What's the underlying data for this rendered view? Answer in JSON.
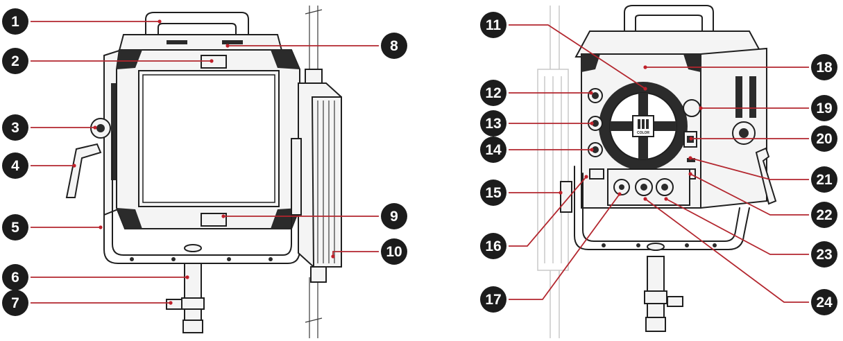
{
  "colors": {
    "leader_line": "#b3262e",
    "marker_fill": "#1c1c1c",
    "marker_text": "#ffffff",
    "pointer_dot": "#c0202a"
  },
  "callouts": [
    {
      "label": "1"
    },
    {
      "label": "2"
    },
    {
      "label": "3"
    },
    {
      "label": "4"
    },
    {
      "label": "5"
    },
    {
      "label": "6"
    },
    {
      "label": "7"
    },
    {
      "label": "8"
    },
    {
      "label": "9"
    },
    {
      "label": "10"
    },
    {
      "label": "11"
    },
    {
      "label": "12"
    },
    {
      "label": "13"
    },
    {
      "label": "14"
    },
    {
      "label": "15"
    },
    {
      "label": "16"
    },
    {
      "label": "17"
    },
    {
      "label": "18"
    },
    {
      "label": "19"
    },
    {
      "label": "20"
    },
    {
      "label": "21"
    },
    {
      "label": "22"
    },
    {
      "label": "23"
    },
    {
      "label": "24"
    }
  ],
  "rear_panel_logo_text": "COLOR"
}
